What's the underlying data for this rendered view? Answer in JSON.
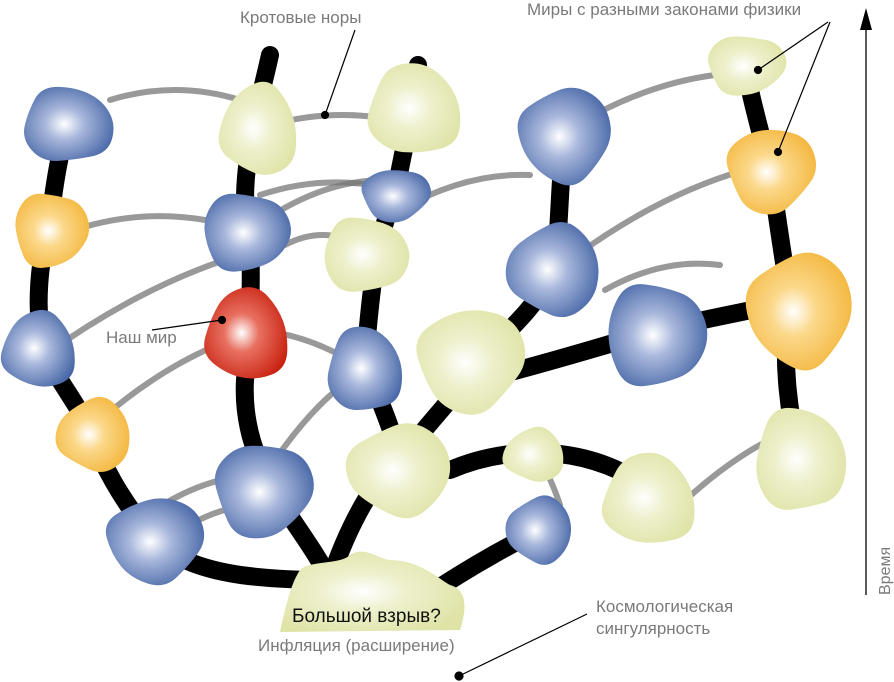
{
  "labels": {
    "wormholes": "Кротовые норы",
    "worlds_different_laws": "Миры с разными законами физики",
    "time_axis": "Время",
    "our_world": "Наш мир",
    "big_bang": "Большой взрыв?",
    "inflation": "Инфляция (расширение)",
    "singularity_line1": "Космологическая",
    "singularity_line2": "сингулярность"
  },
  "colors": {
    "blue_world": "#4a6aa8",
    "green_world": "#e4e8b0",
    "orange_world": "#f4b840",
    "our_world": "#d02a1a",
    "branch": "#000000",
    "wormhole": "#6a6a6a",
    "label": "#7a7a7a"
  }
}
